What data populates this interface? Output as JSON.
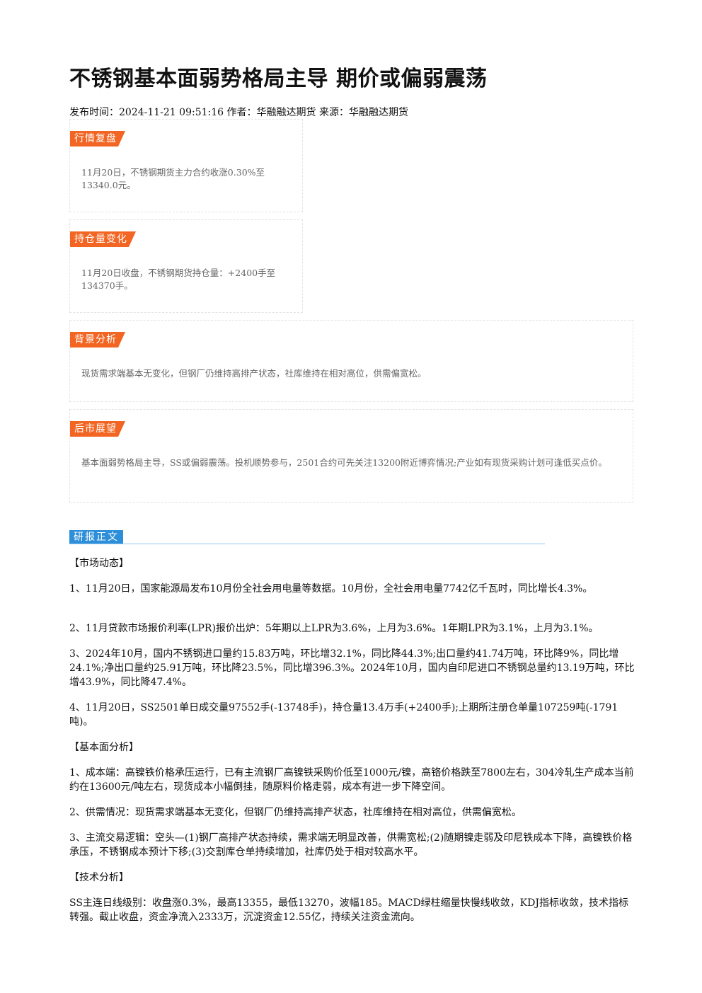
{
  "title": "不锈钢基本面弱势格局主导 期价或偏弱震荡",
  "meta": "发布时间：2024-11-21 09:51:16 作者：华融融达期货 来源：华融融达期货",
  "cards": {
    "market_review": {
      "tag": "行情复盘",
      "text": "11月20日，不锈钢期货主力合约收涨0.30%至13340.0元。"
    },
    "position_change": {
      "tag": "持仓量变化",
      "text": "11月20日收盘，不锈钢期货持仓量：+2400手至134370手。"
    },
    "background": {
      "tag": "背景分析",
      "text": "现货需求端基本无变化，但钢厂仍维持高排产状态，社库维持在相对高位，供需偏宽松。"
    },
    "outlook": {
      "tag": "后市展望",
      "text": "基本面弱势格局主导，SS或偏弱震荡。投机顺势参与，2501合约可先关注13200附近博弈情况;产业如有现货采购计划可逢低买点价。"
    }
  },
  "report": {
    "tag": "研报正文",
    "market_heading": "【市场动态】",
    "market_1": "1、11月20日，国家能源局发布10月份全社会用电量等数据。10月份，全社会用电量7742亿千瓦时，同比增长4.3%。",
    "market_2": "2、11月贷款市场报价利率(LPR)报价出炉：5年期以上LPR为3.6%，上月为3.6%。1年期LPR为3.1%，上月为3.1%。",
    "market_3": "3、2024年10月，国内不锈钢进口量约15.83万吨，环比增32.1%，同比降44.3%;出口量约41.74万吨，环比降9%，同比增24.1%;净出口量约25.91万吨，环比降23.5%，同比增396.3%。2024年10月，国内自印尼进口不锈钢总量约13.19万吨，环比增43.9%，同比降47.4%。",
    "market_4": "4、11月20日，SS2501单日成交量97552手(-13748手)，持仓量13.4万手(+2400手);上期所注册仓单量107259吨(-1791吨)。",
    "fund_heading": "【基本面分析】",
    "fund_1": "1、成本端：高镍铁价格承压运行，已有主流钢厂高镍铁采购价低至1000元/镍，高铬价格跌至7800左右，304冷轧生产成本当前约在13600元/吨左右，现货成本小幅倒挂，随原料价格走弱，成本有进一步下降空间。",
    "fund_2": "2、供需情况：现货需求端基本无变化，但钢厂仍维持高排产状态，社库维持在相对高位，供需偏宽松。",
    "fund_3": "3、主流交易逻辑：空头—(1)钢厂高排产状态持续，需求端无明显改善，供需宽松;(2)随期镍走弱及印尼铁成本下降，高镍铁价格承压，不锈钢成本预计下移;(3)交割库仓单持续增加，社库仍处于相对较高水平。",
    "tech_heading": "【技术分析】",
    "tech_1": "SS主连日线级别：收盘涨0.3%，最高13355，最低13270，波幅185。MACD绿柱缩量快慢线收敛，KDJ指标收敛，技术指标转强。截止收盘，资金净流入2333万，沉淀资金12.55亿，持续关注资金流向。"
  },
  "colors": {
    "tag_orange": "#f26522",
    "tag_blue": "#2d8fd9"
  }
}
